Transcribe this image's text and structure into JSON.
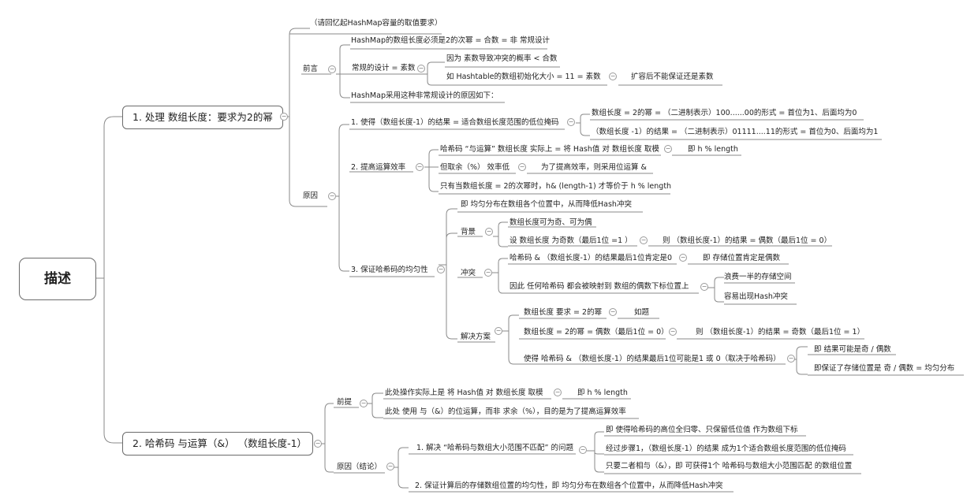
{
  "root": "描述",
  "b1": {
    "title": "1. 处理 数组长度：要求为2的幂",
    "hint": "（请回忆起HashMap容量的取值要求）",
    "preface": {
      "label": "前言",
      "line1": "HashMap的数组长度必须是2的次幂 = 合数 = 非 常规设计",
      "normal": "常规的设计 = 素数",
      "reason": "因为 素数导致冲突的概率 < 合数",
      "example": "如 Hashtable的数组初始化大小 = 11 = 素数",
      "expand": "扩容后不能保证还是素数",
      "adopt": "HashMap采用这种非常规设计的原因如下："
    },
    "cause": {
      "label": "原因",
      "r1": "1. 使得（数组长度-1）的结果 = 适合数组长度范围的低位掩码",
      "r1a": "数组长度 = 2的幂 = （二进制表示）100......00的形式 = 首位为1、后面均为0",
      "r1b": "（数组长度 -1）的结果 = （二进制表示）01111....11的形式 = 首位为0、后面均为1",
      "r2": "2. 提高运算效率",
      "r2a": "哈希码 “与运算” 数组长度 实际上 = 将 Hash值 对 数组长度 取模",
      "r2a2": "即 h % length",
      "r2b": "但取余（%） 效率低",
      "r2b2": "为了提高效率，则采用位运算 &",
      "r2c": "只有当数组长度 = 2的次幂时，h& (length-1) 才等价于 h % length",
      "r3": "3. 保证哈希码的均匀性",
      "r3top": "即 均匀分布在数组各个位置中，从而降低Hash冲突",
      "bg": "背景",
      "bg1": "数组长度可为奇、可为偶",
      "bg2": "设 数组长度 为奇数（最后1位 =1 ）",
      "bg2b": "则 （数组长度-1）的结果 = 偶数（最后1位 = 0）",
      "conflict": "冲突",
      "cf1": "哈希码 & （数组长度-1）的结果最后1位肯定是0",
      "cf1b": "即 存储位置肯定是偶数",
      "cf2": "因此 任何哈希码 都会被映射到 数组的偶数下标位置上",
      "cf2a": "浪费一半的存储空间",
      "cf2b": "容易出现Hash冲突",
      "solution": "解决方案",
      "s1": "数组长度 要求 = 2的幂",
      "s1b": "如题",
      "s2": "数组长度 = 2的幂 = 偶数（最后1位 = 0）",
      "s2b": "则 （数组长度-1）的结果 = 奇数（最后1位 = 1）",
      "s3": "使得 哈希码 & （数组长度-1）的结果最后1位可能是1 或 0（取决于哈希码）",
      "s3a": "即 结果可能是奇 / 偶数",
      "s3b": "即保证了存储位置是 奇 / 偶数 = 均匀分布"
    }
  },
  "b2": {
    "title": "2. 哈希码 与运算（&）  （数组长度-1）",
    "premise": "前提",
    "p1": "此处操作实际上是 将 Hash值 对 数组长度 取模",
    "p1b": "即 h % length",
    "p2": "此处 使用 与（&）的位运算，而非 求余（%），目的是为了提高运算效率",
    "cause": "原因（结论）",
    "c1": "1. 解决 “哈希码与数组大小范围不匹配” 的问题",
    "c1a": "即 使得哈希码的高位全归零、只保留低位值 作为数组下标",
    "c1b": "经过步骤1，（数组长度-1）的结果 成为1个适合数组长度范围的低位掩码",
    "c1c": "只要二者相与（&），即 可获得1个 哈希码与数组大小范围匹配 的数组位置",
    "c2": "2. 保证计算后的存储数组位置的均匀性，即 均匀分布在数组各个位置中，从而降低Hash冲突"
  }
}
